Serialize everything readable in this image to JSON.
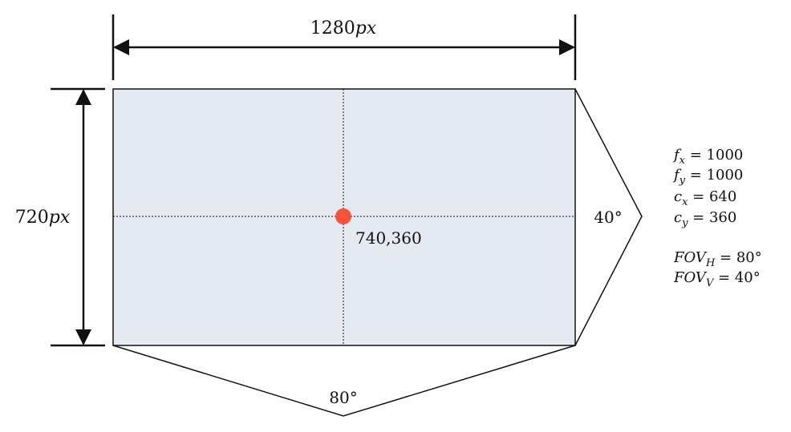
{
  "diagram": {
    "width_label": {
      "value": "1280",
      "unit": "px"
    },
    "height_label": {
      "value": "720",
      "unit": "px"
    },
    "principal_point_label": "740,360",
    "vertical_fov_label": "40°",
    "horizontal_fov_label": "80°",
    "colors": {
      "image_fill": "#e4e9f2",
      "principal_point": "#f4543a",
      "lines": "#111111"
    }
  },
  "params": {
    "fx": {
      "sym": "f",
      "sub": "x",
      "eq": " = ",
      "val": "1000"
    },
    "fy": {
      "sym": "f",
      "sub": "y",
      "eq": " = ",
      "val": "1000"
    },
    "cx": {
      "sym": "c",
      "sub": "x",
      "eq": " = ",
      "val": "640"
    },
    "cy": {
      "sym": "c",
      "sub": "y",
      "eq": " = ",
      "val": "360"
    },
    "fovh": {
      "sym": "FOV",
      "sub": "H",
      "eq": " = ",
      "val": "80°"
    },
    "fovv": {
      "sym": "FOV",
      "sub": "V",
      "eq": " = ",
      "val": "40°"
    }
  }
}
